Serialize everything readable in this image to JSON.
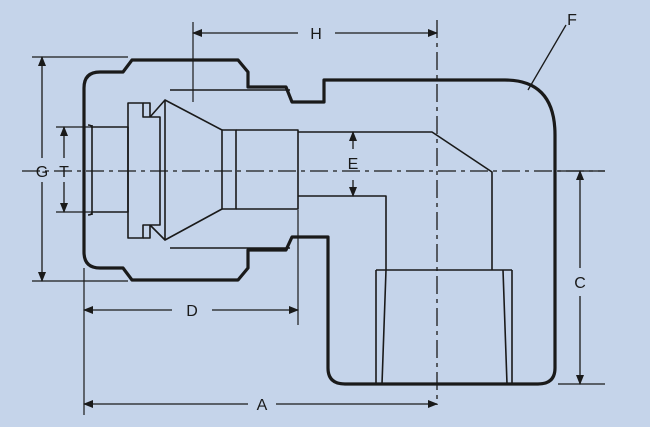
{
  "diagram": {
    "background": "#c5d4ea",
    "line_color": "#1a1a1a",
    "labels": {
      "a": "A",
      "c": "C",
      "d": "D",
      "e": "E",
      "f": "F",
      "g": "G",
      "h": "H",
      "t": "T"
    }
  }
}
